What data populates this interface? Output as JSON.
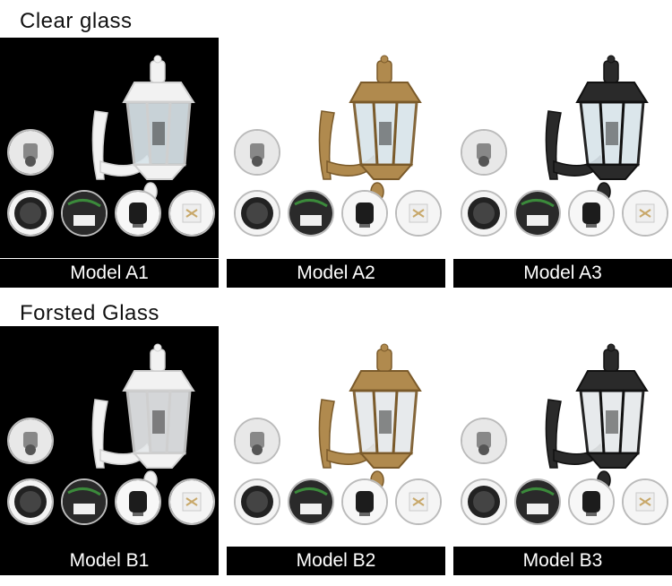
{
  "sections": [
    {
      "title": "Clear  glass",
      "models": [
        {
          "label": "Model A1",
          "theme": "dark",
          "finish": "white",
          "glass": "clear"
        },
        {
          "label": "Model A2",
          "theme": "light",
          "finish": "bronze",
          "glass": "clear"
        },
        {
          "label": "Model A3",
          "theme": "light",
          "finish": "black",
          "glass": "clear"
        }
      ]
    },
    {
      "title": "Forsted  Glass",
      "models": [
        {
          "label": "Model B1",
          "theme": "dark",
          "finish": "white",
          "glass": "frosted"
        },
        {
          "label": "Model B2",
          "theme": "light",
          "finish": "bronze",
          "glass": "frosted"
        },
        {
          "label": "Model B3",
          "theme": "light",
          "finish": "black",
          "glass": "frosted"
        }
      ]
    }
  ],
  "colors": {
    "white_finish": "#f2f2f2",
    "bronze_finish": "#b08a4e",
    "black_finish": "#2a2a2a",
    "clear_glass": "#d9e4ea",
    "frosted_glass": "#e6e9eb"
  },
  "icons": [
    "wall-lamp-icon",
    "mounting-screw-icon",
    "base-plate-icon",
    "wiring-terminal-icon",
    "bulb-socket-icon",
    "accessory-bag-icon"
  ]
}
